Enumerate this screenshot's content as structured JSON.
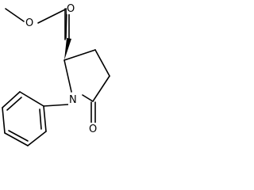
{
  "molecule": {
    "atoms": {
      "ester_oxygen": "O",
      "carbonyl_oxygen_ester": "O",
      "ring_nitrogen": "N",
      "lactam_oxygen": "O"
    }
  }
}
